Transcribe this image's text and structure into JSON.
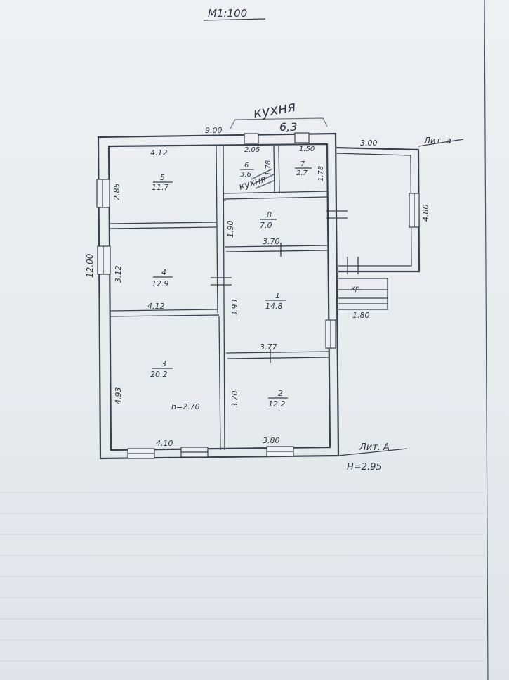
{
  "scale_label": "M1:100",
  "annotation_pencil": {
    "kitchen_word": "кухня",
    "kitchen_area": "6,3",
    "strike_word": "кухня"
  },
  "building_labels": {
    "main": "Лит. А",
    "annex": "Лит. а",
    "height_main": "Н=2.95",
    "porch": "кр."
  },
  "rooms": [
    {
      "number": "1",
      "area": "14.8"
    },
    {
      "number": "2",
      "area": "12.2"
    },
    {
      "number": "3",
      "area": "20.2"
    },
    {
      "number": "4",
      "area": "12.9"
    },
    {
      "number": "5",
      "area": "11.7"
    },
    {
      "number": "6",
      "area": "3.6"
    },
    {
      "number": "7",
      "area": "2.7"
    },
    {
      "number": "8",
      "area": "7.0"
    }
  ],
  "room_height": "h=2.70",
  "dimensions": {
    "top_total": "9.00",
    "left_total": "12.00",
    "room5_width": "4.12",
    "room5_height": "2.85",
    "room6_width": "2.05",
    "room6_height": "1.78",
    "room7_width": "1.50",
    "room7_height": "1.78",
    "room8_height": "1.90",
    "room8_width": "3.70",
    "room4_height": "3.12",
    "room4_width": "4.12",
    "room1_height": "3.93",
    "room1_width": "3.77",
    "room3_height": "4.93",
    "room3_width": "4.10",
    "room2_height": "3.20",
    "room2_width": "3.80",
    "annex_width": "3.00",
    "annex_height": "4.80",
    "porch_width": "1.80"
  }
}
